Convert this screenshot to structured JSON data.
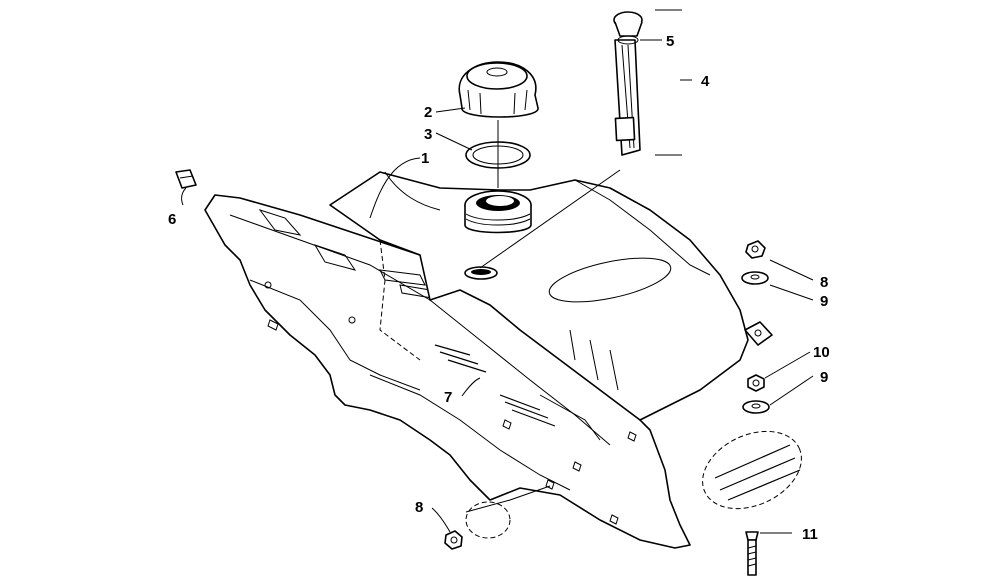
{
  "callouts": [
    {
      "id": "1",
      "text": "1"
    },
    {
      "id": "2",
      "text": "2"
    },
    {
      "id": "3",
      "text": "3"
    },
    {
      "id": "4",
      "text": "4"
    },
    {
      "id": "5",
      "text": "5"
    },
    {
      "id": "6",
      "text": "6"
    },
    {
      "id": "7",
      "text": "7"
    },
    {
      "id": "8a",
      "text": "8"
    },
    {
      "id": "9a",
      "text": "9"
    },
    {
      "id": "10",
      "text": "10"
    },
    {
      "id": "9b",
      "text": "9"
    },
    {
      "id": "8b",
      "text": "8"
    },
    {
      "id": "11",
      "text": "11"
    }
  ]
}
